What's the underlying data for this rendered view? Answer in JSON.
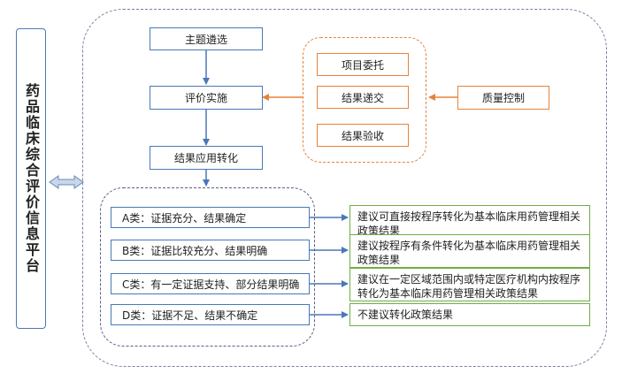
{
  "platform": {
    "title": "药品临床综合评价信息平台"
  },
  "flow": {
    "step1": "主题遴选",
    "step2": "评价实施",
    "step3": "结果应用转化"
  },
  "support": {
    "item1": "项目委托",
    "item2": "结果递交",
    "item3": "结果验收",
    "quality": "质量控制"
  },
  "classes": [
    {
      "label": "A类：证据充分、结果确定",
      "result": "建议可直接按程序转化为基本临床用药管理相关政策结果"
    },
    {
      "label": "B类：证据比较充分、结果明确",
      "result": "建议按程序有条件转化为基本临床用药管理相关政策结果"
    },
    {
      "label": "C类：有一定证据支持、部分结果明确",
      "result": "建议在一定区域范围内或特定医疗机构内按程序转化为基本临床用药管理相关政策结果"
    },
    {
      "label": "D类：证据不足、结果不确定",
      "result": "不建议转化政策结果"
    }
  ],
  "colors": {
    "blue": "#4a78b8",
    "orange": "#e8823a",
    "green": "#6fae45"
  }
}
